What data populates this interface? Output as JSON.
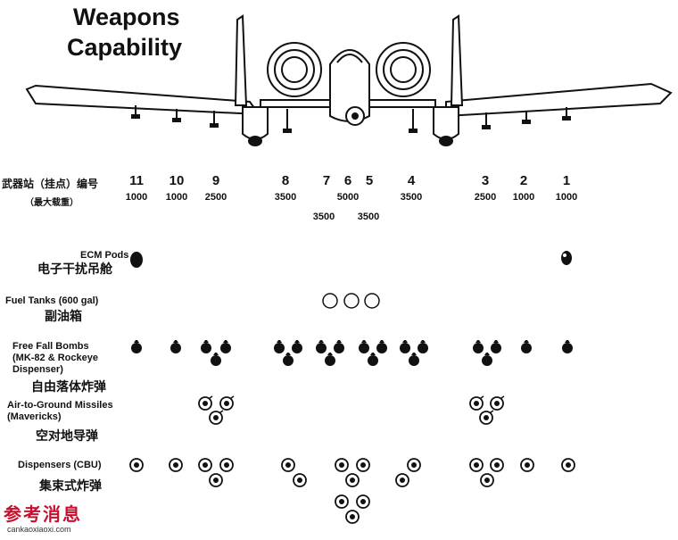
{
  "title_line1": "Weapons",
  "title_line2": "Capability",
  "station_header_cn": "武器站（挂点）编号",
  "load_header_cn": "（最大载重）",
  "stations": [
    {
      "num": "11",
      "load": "1000"
    },
    {
      "num": "10",
      "load": "1000"
    },
    {
      "num": "9",
      "load": "2500"
    },
    {
      "num": "8",
      "load": "3500"
    },
    {
      "num": "7",
      "load": "3500"
    },
    {
      "num": "6",
      "load": "5000"
    },
    {
      "num": "5",
      "load": "3500"
    },
    {
      "num": "4",
      "load": "3500"
    },
    {
      "num": "3",
      "load": "2500"
    },
    {
      "num": "2",
      "load": "1000"
    },
    {
      "num": "1",
      "load": "1000"
    }
  ],
  "categories": [
    {
      "en": "ECM Pods",
      "cn": "电子干扰吊舱"
    },
    {
      "en": "Fuel Tanks (600 gal)",
      "cn": "副油箱"
    },
    {
      "en": "Free Fall Bombs\n(MK-82 & Rockeye\nDispenser)",
      "cn": "自由落体炸弹"
    },
    {
      "en": "Air-to-Ground Missiles\n(Mavericks)",
      "cn": "空对地导弹"
    },
    {
      "en": "Dispensers (CBU)",
      "cn": "集束式炸弹"
    }
  ],
  "watermark": {
    "text": "参考消息",
    "url": "cankaoxiaoxi.com"
  },
  "colors": {
    "ink": "#111111",
    "watermark": "#c8102e"
  }
}
